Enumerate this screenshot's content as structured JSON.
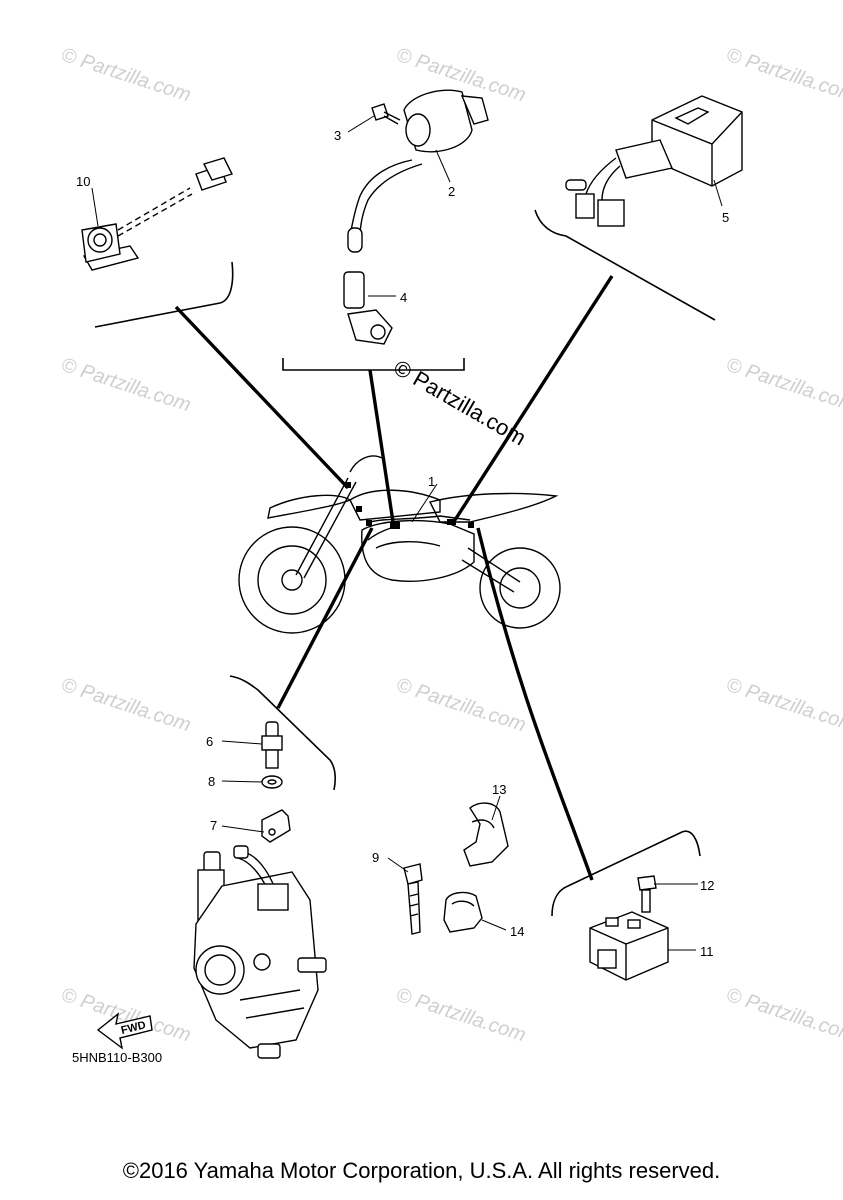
{
  "diagram": {
    "callouts": [
      {
        "id": "1",
        "label": "1"
      },
      {
        "id": "2",
        "label": "2"
      },
      {
        "id": "3",
        "label": "3"
      },
      {
        "id": "4",
        "label": "4"
      },
      {
        "id": "5",
        "label": "5"
      },
      {
        "id": "6",
        "label": "6"
      },
      {
        "id": "7",
        "label": "7"
      },
      {
        "id": "8",
        "label": "8"
      },
      {
        "id": "9",
        "label": "9"
      },
      {
        "id": "10",
        "label": "10"
      },
      {
        "id": "11",
        "label": "11"
      },
      {
        "id": "12",
        "label": "12"
      },
      {
        "id": "13",
        "label": "13"
      },
      {
        "id": "14",
        "label": "14"
      }
    ],
    "fwd_label": "FWD",
    "diagram_code": "5HNB110-B300",
    "watermark": "© Partzilla.com"
  },
  "footer": {
    "copyright": "©2016 Yamaha Motor Corporation, U.S.A. All rights reserved."
  }
}
